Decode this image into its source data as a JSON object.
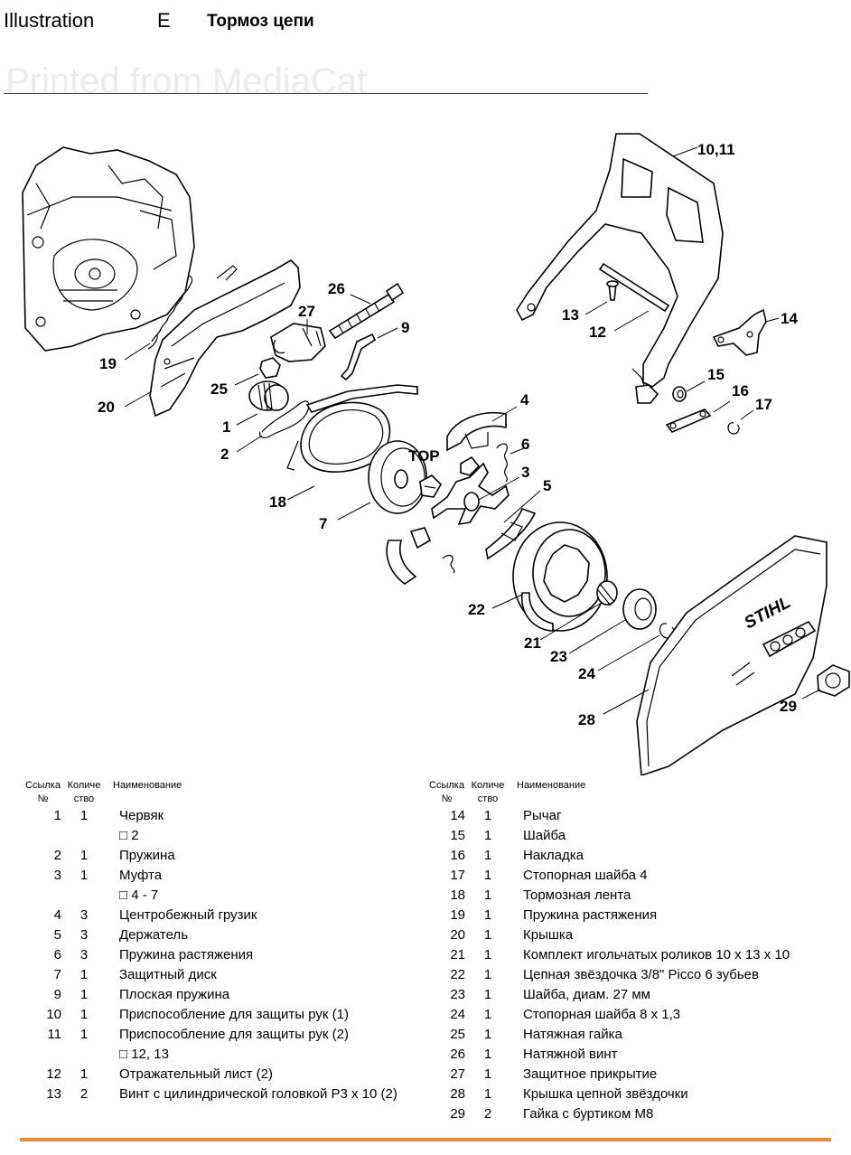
{
  "header": {
    "illustration_label": "Illustration",
    "illustration_letter": "E",
    "title": "Тормоз цепи",
    "watermark": "Printed from MediaCat"
  },
  "diagram": {
    "brand_logo": "STIHL",
    "disc_label": "TOP",
    "callouts": [
      "10,11",
      "26",
      "27",
      "9",
      "13",
      "12",
      "14",
      "19",
      "15",
      "16",
      "17",
      "25",
      "20",
      "4",
      "1",
      "6",
      "2",
      "3",
      "5",
      "18",
      "7",
      "22",
      "21",
      "23",
      "24",
      "28",
      "29"
    ]
  },
  "columns": {
    "ref": "Ссылка №",
    "qty": "Количество",
    "qty_line1": "Количе",
    "qty_line2": "ство",
    "ref_line1": "Ссылка",
    "ref_line2": "№",
    "name": "Наименование"
  },
  "parts_left": [
    {
      "ref": "1",
      "qty": "1",
      "name": "Червяк"
    },
    {
      "ref": "",
      "qty": "",
      "name": "□ 2"
    },
    {
      "ref": "2",
      "qty": "1",
      "name": "Пружина"
    },
    {
      "ref": "3",
      "qty": "1",
      "name": "Муфта"
    },
    {
      "ref": "",
      "qty": "",
      "name": "□ 4 - 7"
    },
    {
      "ref": "4",
      "qty": "3",
      "name": "Центробежный грузик"
    },
    {
      "ref": "5",
      "qty": "3",
      "name": "Держатель"
    },
    {
      "ref": "6",
      "qty": "3",
      "name": "Пружина растяжения"
    },
    {
      "ref": "7",
      "qty": "1",
      "name": "Защитный диск"
    },
    {
      "ref": "9",
      "qty": "1",
      "name": "Плоская пружина"
    },
    {
      "ref": "10",
      "qty": "1",
      "name": "Приспособление для защиты рук (1)"
    },
    {
      "ref": "11",
      "qty": "1",
      "name": "Приспособление для защиты рук (2)"
    },
    {
      "ref": "",
      "qty": "",
      "name": "□ 12, 13"
    },
    {
      "ref": "12",
      "qty": "1",
      "name": "Отражательный лист (2)"
    },
    {
      "ref": "13",
      "qty": "2",
      "name": "Винт с цилиндрической головкой P3 x 10 (2)"
    }
  ],
  "parts_right": [
    {
      "ref": "14",
      "qty": "1",
      "name": "Рычаг"
    },
    {
      "ref": "15",
      "qty": "1",
      "name": "Шайба"
    },
    {
      "ref": "16",
      "qty": "1",
      "name": "Накладка"
    },
    {
      "ref": "17",
      "qty": "1",
      "name": "Стопорная шайба 4"
    },
    {
      "ref": "18",
      "qty": "1",
      "name": "Тормозная лента"
    },
    {
      "ref": "19",
      "qty": "1",
      "name": "Пружина растяжения"
    },
    {
      "ref": "20",
      "qty": "1",
      "name": "Крышка"
    },
    {
      "ref": "21",
      "qty": "1",
      "name": "Комплект игольчатых роликов 10 x 13 x 10"
    },
    {
      "ref": "22",
      "qty": "1",
      "name": "Цепная звёздочка 3/8\" Picco 6 зубьев"
    },
    {
      "ref": "23",
      "qty": "1",
      "name": "Шайба, диам. 27 мм"
    },
    {
      "ref": "24",
      "qty": "1",
      "name": "Стопорная шайба 8 x 1,3"
    },
    {
      "ref": "25",
      "qty": "1",
      "name": "Натяжная гайка"
    },
    {
      "ref": "26",
      "qty": "1",
      "name": "Натяжной винт"
    },
    {
      "ref": "27",
      "qty": "1",
      "name": "Защитное прикрытие"
    },
    {
      "ref": "28",
      "qty": "1",
      "name": "Крышка цепной звёздочки"
    },
    {
      "ref": "29",
      "qty": "2",
      "name": "Гайка с буртиком M8"
    }
  ]
}
